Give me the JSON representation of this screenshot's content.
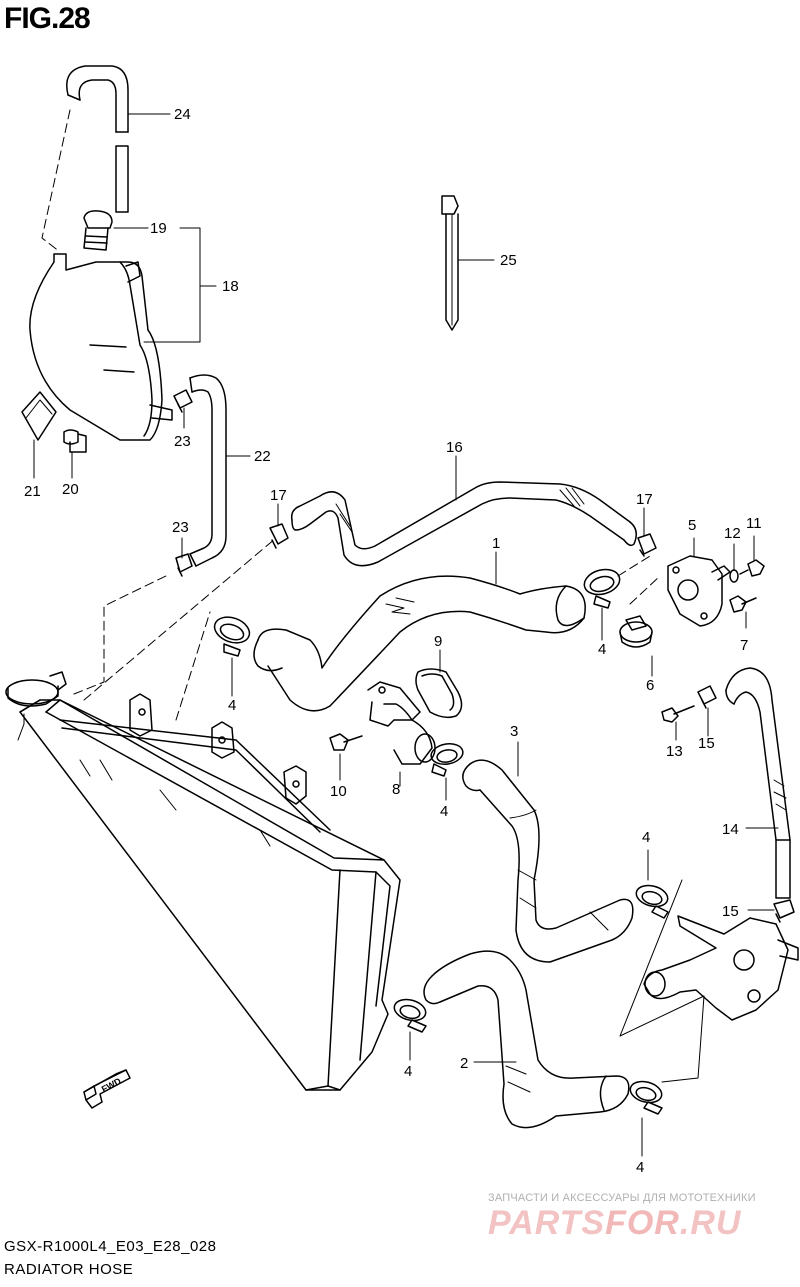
{
  "figure": {
    "title": "FIG.28",
    "model_code": "GSX-R1000L4_E03_E28_028",
    "name": "RADIATOR HOSE"
  },
  "fwd_label": "FWD",
  "watermark": {
    "tagline": "ЗАПЧАСТИ И АКСЕССУАРЫ ДЛЯ МОТОТЕХНИКИ",
    "logo_part1": "PARTS",
    "logo_part2": "FOR",
    "logo_part3": ".RU"
  },
  "callouts": {
    "c1": "1",
    "c2": "2",
    "c3": "3",
    "c4a": "4",
    "c4b": "4",
    "c4c": "4",
    "c4d": "4",
    "c4e": "4",
    "c4f": "4",
    "c5": "5",
    "c6": "6",
    "c7": "7",
    "c8": "8",
    "c9": "9",
    "c10": "10",
    "c11": "11",
    "c12": "12",
    "c13": "13",
    "c14": "14",
    "c15a": "15",
    "c15b": "15",
    "c16": "16",
    "c17a": "17",
    "c17b": "17",
    "c18": "18",
    "c19": "19",
    "c20": "20",
    "c21": "21",
    "c22": "22",
    "c23a": "23",
    "c23b": "23",
    "c24": "24",
    "c25": "25"
  },
  "colors": {
    "line": "#000000",
    "background": "#ffffff",
    "watermark_grey": "#b0b0b0",
    "watermark_red": "#f3c2c2"
  }
}
